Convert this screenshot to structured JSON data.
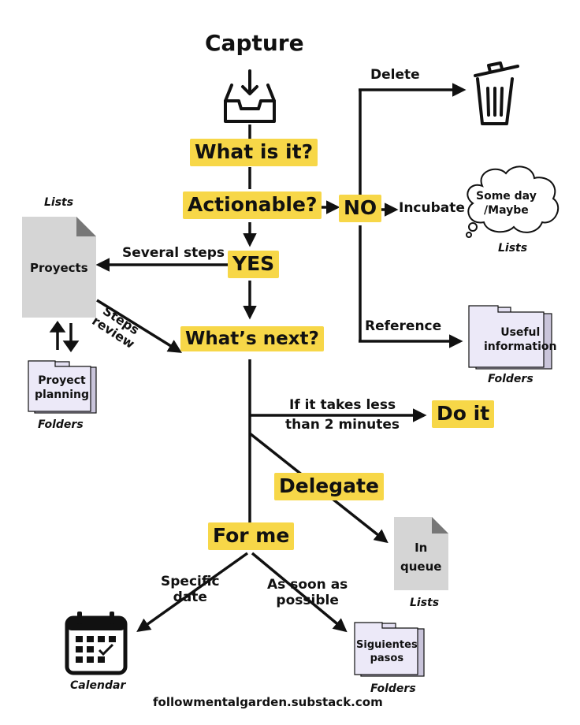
{
  "title": "Capture",
  "nodes": {
    "what_is_it": "What is it?",
    "actionable": "Actionable?",
    "no": "NO",
    "yes": "YES",
    "whats_next": "What’s next?",
    "do_it": "Do it",
    "delegate": "Delegate",
    "for_me": "For me"
  },
  "edges": {
    "delete": "Delete",
    "incubate": "Incubate",
    "reference": "Reference",
    "several_steps": "Several steps",
    "steps_review": "Steps\nreview",
    "less_2_min": "If it takes less\nthan 2 minutes",
    "specific_date": "Specific\ndate",
    "asap": "As soon as\npossible"
  },
  "items": {
    "someday": "Some day\n/Maybe",
    "someday_caption": "Lists",
    "useful_info": "Useful\ninformation",
    "useful_caption": "Folders",
    "projects": "Proyects",
    "projects_caption": "Lists",
    "project_planning": "Proyect\nplanning",
    "planning_caption": "Folders",
    "in_queue": "In\nqueue",
    "queue_caption": "Lists",
    "calendar_caption": "Calendar",
    "next_steps": "Siguientes\npasos",
    "next_caption": "Folders"
  },
  "icons": {
    "inbox": "inbox-tray-icon",
    "trash": "trash-can-icon",
    "cloud": "thought-cloud-icon",
    "calendar": "calendar-icon",
    "arrows": "up-down-arrows-icon"
  },
  "colors": {
    "highlight": "#f7d748",
    "doc": "#d5d5d5",
    "folder": "#ece9f8"
  },
  "footer": "followmentalgarden.substack.com"
}
